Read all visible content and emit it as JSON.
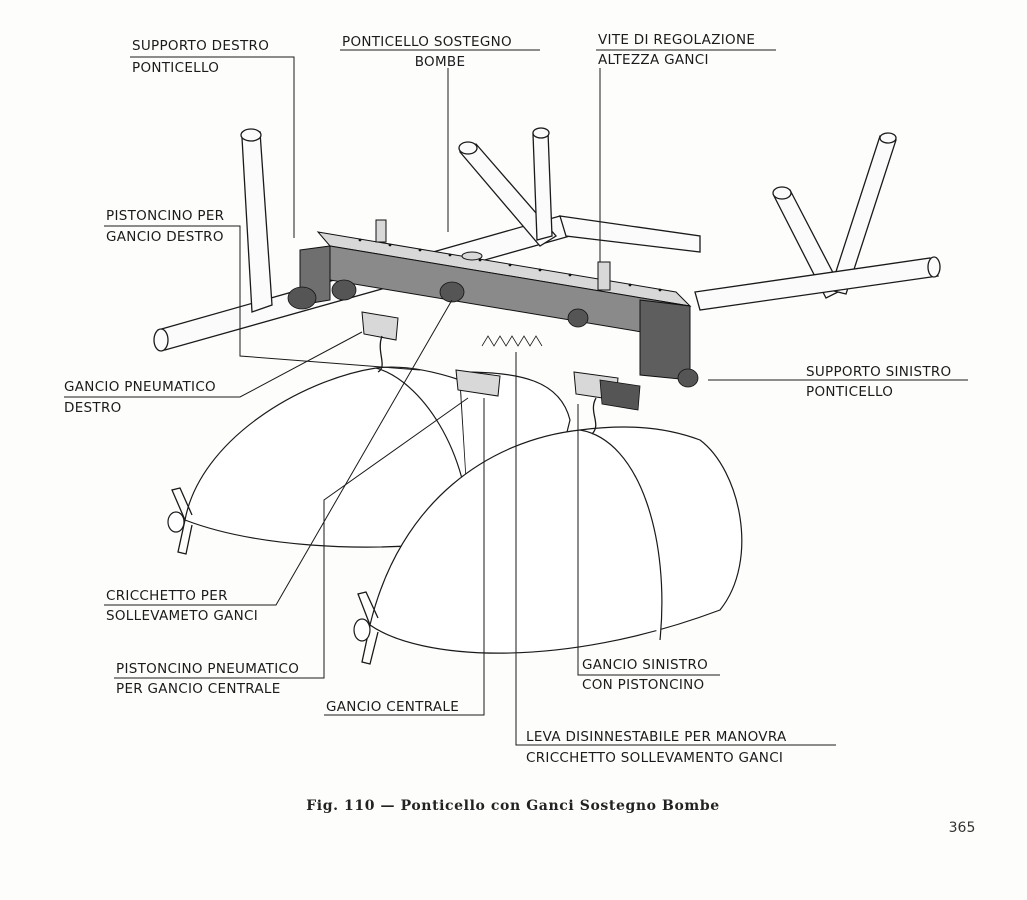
{
  "labels": {
    "supporto_destro": [
      "SUPPORTO DESTRO",
      "PONTICELLO"
    ],
    "ponticello_sostegno": [
      "PONTICELLO SOSTEGNO",
      "BOMBE"
    ],
    "vite_regolazione": [
      "VITE DI REGOLAZIONE",
      "ALTEZZA GANCI"
    ],
    "pistoncino_destro": [
      "PISTONCINO PER",
      "GANCIO DESTRO"
    ],
    "gancio_pneumatico_destro": [
      "GANCIO PNEUMATICO",
      "DESTRO"
    ],
    "supporto_sinistro": [
      "SUPPORTO SINISTRO",
      "PONTICELLO"
    ],
    "cricchetto": [
      "CRICCHETTO PER",
      "SOLLEVAMETO GANCI"
    ],
    "pistoncino_centrale": [
      "PISTONCINO PNEUMATICO",
      "PER GANCIO CENTRALE"
    ],
    "gancio_sinistro": [
      "GANCIO SINISTRO",
      "CON PISTONCINO"
    ],
    "gancio_centrale": [
      "GANCIO CENTRALE"
    ],
    "leva": [
      "LEVA DISINNESTABILE PER MANOVRA",
      "CRICCHETTO SOLLEVAMENTO GANCI"
    ]
  },
  "caption": "Fig. 110 — Ponticello con Ganci Sostegno Bombe",
  "page_number": "365"
}
